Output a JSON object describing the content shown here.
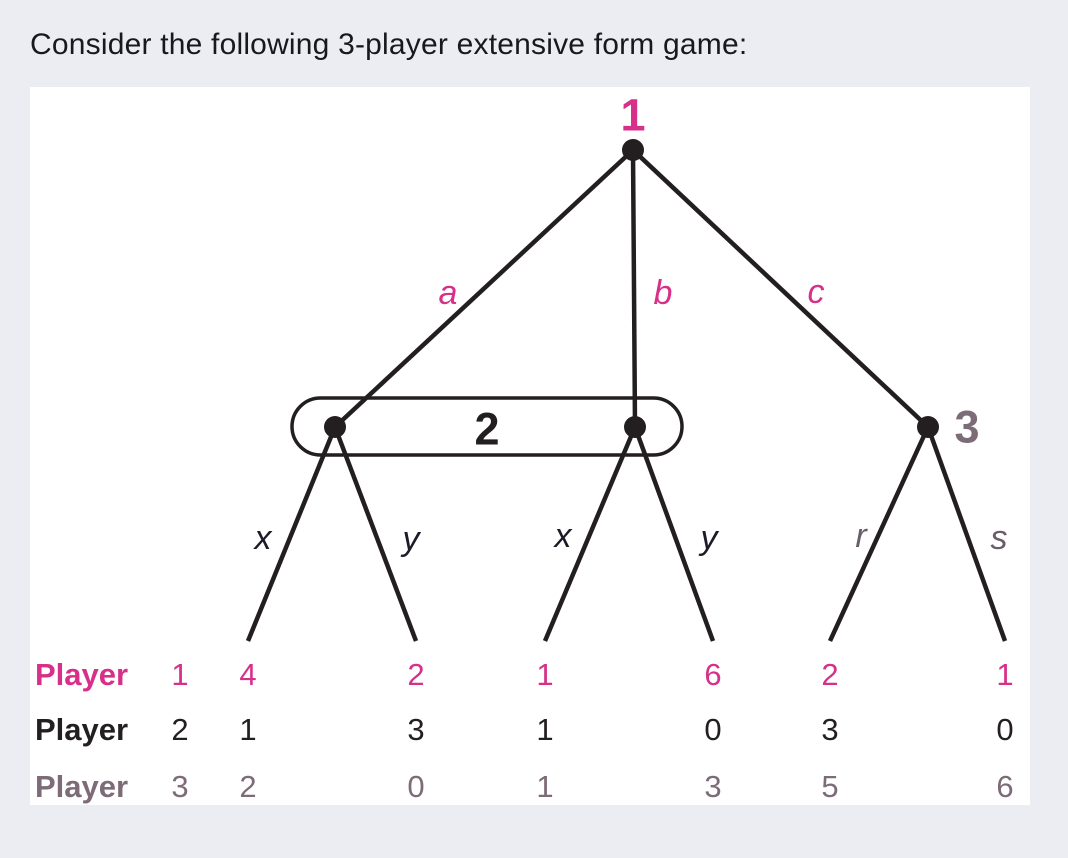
{
  "title": "Consider the following 3-player extensive form game:",
  "colors": {
    "background": "#ecedf3",
    "panel": "#ffffff",
    "line": "#231f20",
    "player1_pink": "#d6308a",
    "player2_black": "#231f20",
    "player3_mauve": "#7d6b77",
    "action_xy_dark": "#1c1c28",
    "action_rs_mauve": "#6b5d67"
  },
  "tree": {
    "root_label": "1",
    "action_a": "a",
    "action_b": "b",
    "action_c": "c",
    "infoset_label": "2",
    "node3_label": "3",
    "action_x_left": "x",
    "action_y_left": "y",
    "action_x_right": "x",
    "action_y_right": "y",
    "action_r": "r",
    "action_s": "s"
  },
  "payoffs": {
    "rows": [
      {
        "label": "Player",
        "number": "1",
        "values": [
          "4",
          "2",
          "1",
          "6",
          "2",
          "1"
        ]
      },
      {
        "label": "Player",
        "number": "2",
        "values": [
          "1",
          "3",
          "1",
          "0",
          "3",
          "0"
        ]
      },
      {
        "label": "Player",
        "number": "3",
        "values": [
          "2",
          "0",
          "1",
          "3",
          "5",
          "6"
        ]
      }
    ]
  }
}
